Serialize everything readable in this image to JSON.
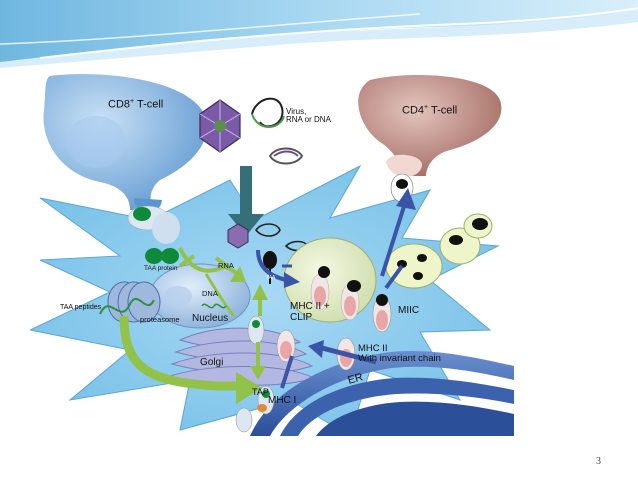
{
  "diagram": {
    "cd8_cell": "CD8",
    "cd8_sup": "+",
    "cd8_suffix": " T-cell",
    "cd4_cell": "CD4",
    "cd4_sup": "+",
    "cd4_suffix": " T-cell",
    "virus_line1": "Virus,",
    "virus_line2": "RNA or DNA",
    "taa_protein": "TAA protein",
    "rna": "RNA",
    "dna": "DNA",
    "taa_peptides": "TAA peptides",
    "proteasome": "proteasome",
    "nucleus": "Nucleus",
    "golgi": "Golgi",
    "tap": "TAP",
    "mhc1": "MHC I",
    "mhc2_clip_line1": "MHC II +",
    "mhc2_clip_line2": "CLIP",
    "miic": "MIIC",
    "mhc2_line1": "MHC II",
    "mhc2_line2": "With invariant chain",
    "er": "ER",
    "taa_small": "TAA"
  },
  "slide": {
    "page_number": "3"
  },
  "colors": {
    "cell_body": "#7fc3ea",
    "cd8": "#5b9ad6",
    "cd4": "#b0776f",
    "arrow_blue": "#3a55a8",
    "arrow_green": "#93c24a"
  }
}
